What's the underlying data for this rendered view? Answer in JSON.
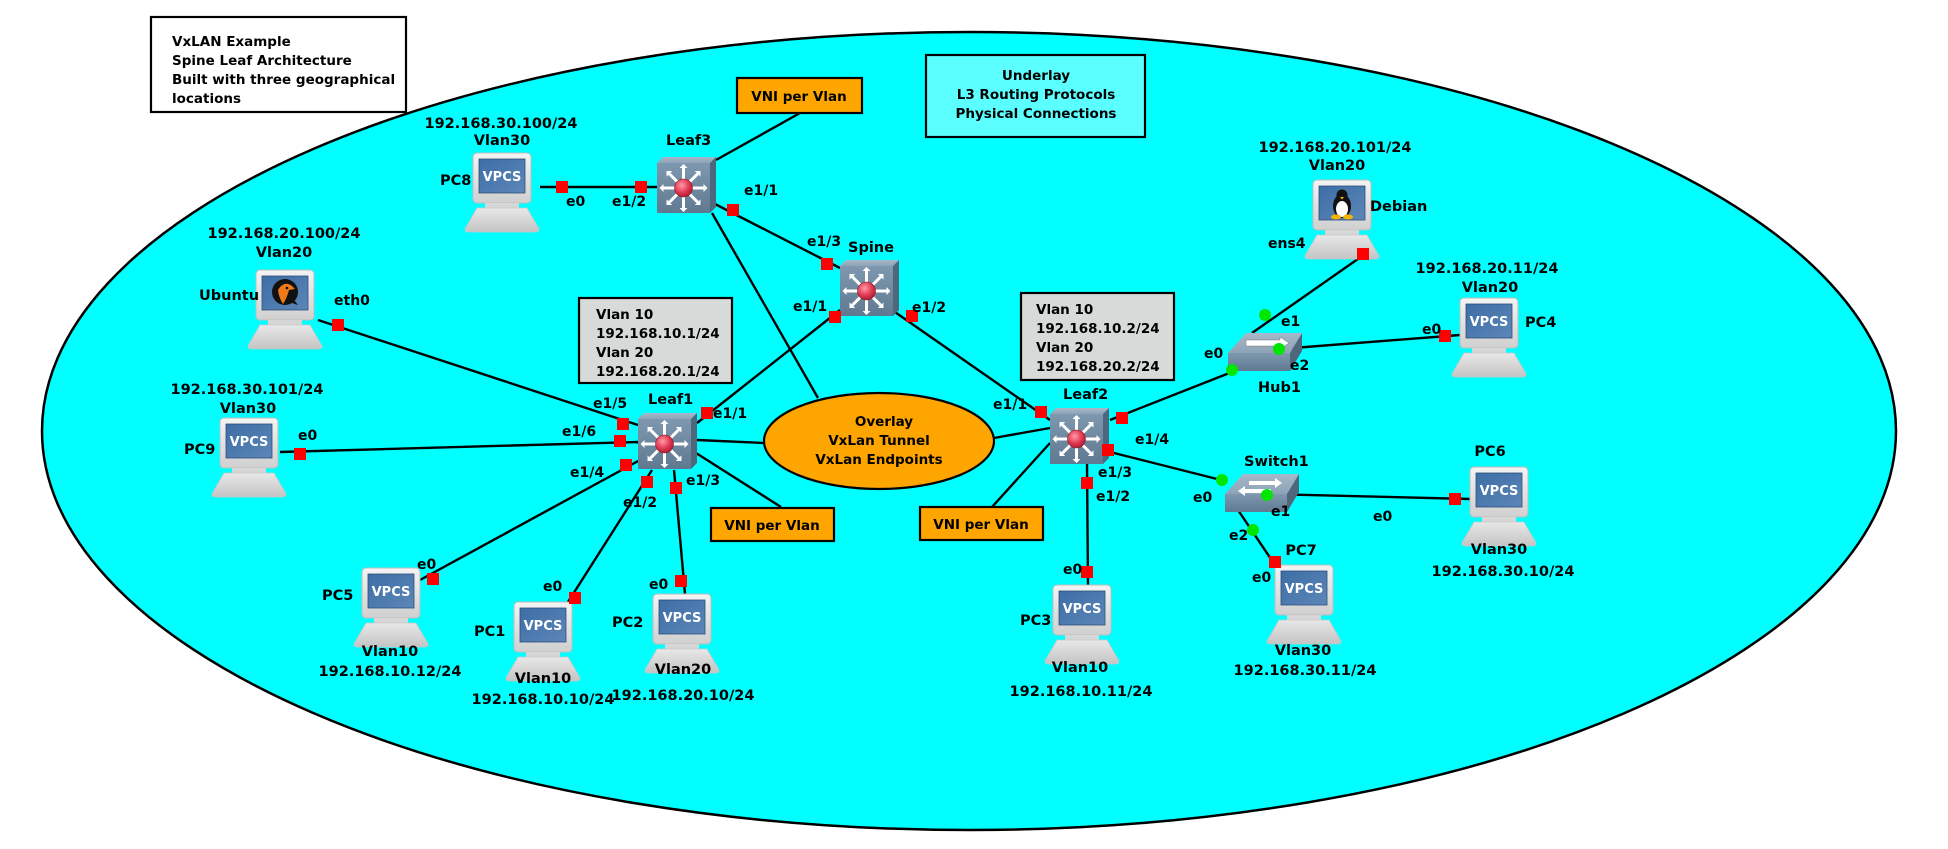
{
  "colors": {
    "cloud_fill": "#00ffff",
    "underlay_fill": "#5cffff",
    "overlay_fill": "#ffa500",
    "vni_fill": "#ffa500",
    "vlan_box_fill": "#d6dbd9",
    "port_down": "#ff0000",
    "port_up": "#00e600",
    "switch_body": "#6e8aa3"
  },
  "notes": {
    "title": [
      "VxLAN Example",
      "Spine Leaf Architecture",
      "Built with three geographical",
      " locations"
    ],
    "underlay": [
      "Underlay",
      "L3 Routing Protocols",
      "Physical Connections"
    ],
    "overlay": [
      "Overlay",
      "VxLan Tunnel",
      "VxLan Endpoints"
    ],
    "vni_top": "VNI per Vlan",
    "vni_left": "VNI per Vlan",
    "vni_right": "VNI per Vlan",
    "leaf1_vlans": [
      "Vlan 10",
      "192.168.10.1/24",
      "Vlan 20",
      "192.168.20.1/24"
    ],
    "leaf2_vlans": [
      "Vlan 10",
      "192.168.10.2/24",
      "Vlan 20",
      "192.168.20.2/24"
    ]
  },
  "nodes": {
    "spine": {
      "name": "Spine",
      "type": "l3-switch"
    },
    "leaf1": {
      "name": "Leaf1",
      "type": "l3-switch"
    },
    "leaf2": {
      "name": "Leaf2",
      "type": "l3-switch"
    },
    "leaf3": {
      "name": "Leaf3",
      "type": "l3-switch"
    },
    "hub1": {
      "name": "Hub1",
      "type": "hub"
    },
    "switch1": {
      "name": "Switch1",
      "type": "switch"
    },
    "pc8": {
      "name": "PC8",
      "type": "vpcs",
      "screen": "VPCS",
      "vlan": "Vlan30",
      "ip": "192.168.30.100/24"
    },
    "ubuntu": {
      "name": "Ubuntu",
      "type": "qemu",
      "vlan": "Vlan20",
      "ip": "192.168.20.100/24"
    },
    "pc9": {
      "name": "PC9",
      "type": "vpcs",
      "screen": "VPCS",
      "vlan": "Vlan30",
      "ip": "192.168.30.101/24"
    },
    "pc5": {
      "name": "PC5",
      "type": "vpcs",
      "screen": "VPCS",
      "vlan": "Vlan10",
      "ip": "192.168.10.12/24"
    },
    "pc1": {
      "name": "PC1",
      "type": "vpcs",
      "screen": "VPCS",
      "vlan": "Vlan10",
      "ip": "192.168.10.10/24"
    },
    "pc2": {
      "name": "PC2",
      "type": "vpcs",
      "screen": "VPCS",
      "vlan": "Vlan20",
      "ip": "192.168.20.10/24"
    },
    "debian": {
      "name": "Debian",
      "type": "linux",
      "vlan": "Vlan20",
      "ip": "192.168.20.101/24"
    },
    "pc4": {
      "name": "PC4",
      "type": "vpcs",
      "screen": "VPCS",
      "vlan": "Vlan20",
      "ip": "192.168.20.11/24"
    },
    "pc3": {
      "name": "PC3",
      "type": "vpcs",
      "screen": "VPCS",
      "vlan": "Vlan10",
      "ip": "192.168.10.11/24"
    },
    "pc6": {
      "name": "PC6",
      "type": "vpcs",
      "screen": "VPCS",
      "vlan": "Vlan30",
      "ip": "192.168.30.10/24"
    },
    "pc7": {
      "name": "PC7",
      "type": "vpcs",
      "screen": "VPCS",
      "vlan": "Vlan30",
      "ip": "192.168.30.11/24"
    }
  },
  "links": [
    {
      "a": "pc8",
      "a_if": "e0",
      "b": "leaf3",
      "b_if": "e1/2",
      "status": "down"
    },
    {
      "a": "leaf3",
      "a_if": "e1/1",
      "b": "spine",
      "b_if": "e1/3",
      "status": "down"
    },
    {
      "a": "leaf1",
      "a_if": "e1/1",
      "b": "spine",
      "b_if": "e1/1",
      "status": "down"
    },
    {
      "a": "spine",
      "a_if": "e1/2",
      "b": "leaf2",
      "b_if": "e1/1",
      "status": "down"
    },
    {
      "a": "ubuntu",
      "a_if": "eth0",
      "b": "leaf1",
      "b_if": "e1/5",
      "status": "down"
    },
    {
      "a": "pc9",
      "a_if": "e0",
      "b": "leaf1",
      "b_if": "e1/6",
      "status": "down"
    },
    {
      "a": "pc5",
      "a_if": "e0",
      "b": "leaf1",
      "b_if": "e1/4",
      "status": "down"
    },
    {
      "a": "pc1",
      "a_if": "e0",
      "b": "leaf1",
      "b_if": "e1/2",
      "status": "down"
    },
    {
      "a": "pc2",
      "a_if": "e0",
      "b": "leaf1",
      "b_if": "e1/3",
      "status": "down"
    },
    {
      "a": "leaf2",
      "a_if": "e1/4",
      "b": "hub1",
      "b_if": "e0",
      "status": "mixed"
    },
    {
      "a": "debian",
      "a_if": "ens4",
      "b": "hub1",
      "b_if": "e1",
      "status": "mixed"
    },
    {
      "a": "hub1",
      "a_if": "e2",
      "b": "pc4",
      "b_if": "e0",
      "status": "mixed"
    },
    {
      "a": "leaf2",
      "a_if": "e1/2",
      "b": "pc3",
      "b_if": "e0",
      "status": "down"
    },
    {
      "a": "leaf2",
      "a_if": "e1/3",
      "b": "switch1",
      "b_if": "e0",
      "status": "mixed"
    },
    {
      "a": "switch1",
      "a_if": "e1",
      "b": "pc6",
      "b_if": "e0",
      "status": "mixed"
    },
    {
      "a": "switch1",
      "a_if": "e2",
      "b": "pc7",
      "b_if": "e0",
      "status": "mixed"
    }
  ]
}
